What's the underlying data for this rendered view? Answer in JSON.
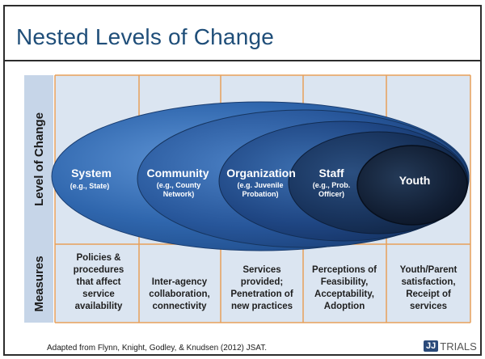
{
  "slide": {
    "title": "Nested Levels of Change",
    "footer_note": "Adapted from Flynn, Knight, Godley, & Knudsen (2012) JSAT.",
    "logo": {
      "mark": "JJ",
      "word": "TRIALS"
    }
  },
  "diagram": {
    "row_labels": {
      "level": "Level of Change",
      "measures": "Measures"
    },
    "levels": [
      {
        "name": "System",
        "example": "(e.g., State)"
      },
      {
        "name": "Community",
        "example_lines": [
          "(e.g., County",
          "Network)"
        ]
      },
      {
        "name": "Organization",
        "example_lines": [
          "(e.g. Juvenile",
          "Probation)"
        ]
      },
      {
        "name": "Staff",
        "example_lines": [
          "(e.g., Prob.",
          "Officer)"
        ]
      },
      {
        "name": "Youth"
      }
    ],
    "measures": [
      [
        "Policies &",
        "procedures",
        "that affect",
        "service",
        "availability"
      ],
      [
        "Inter-agency",
        "collaboration,",
        "connectivity"
      ],
      [
        "Services",
        "provided;",
        "Penetration of",
        "new practices"
      ],
      [
        "Perceptions of",
        "Feasibility,",
        "Acceptability,",
        "Adoption"
      ],
      [
        "Youth/Parent",
        "satisfaction,",
        "Receipt of",
        "services"
      ]
    ],
    "colors": {
      "grid_fill": "#dbe5f1",
      "grid_line": "#e8a05a",
      "ellipse_outer": "#2a5ea3",
      "ellipse_inner": "#0f1e33",
      "row_label_bg": "#c6d5e8"
    }
  }
}
